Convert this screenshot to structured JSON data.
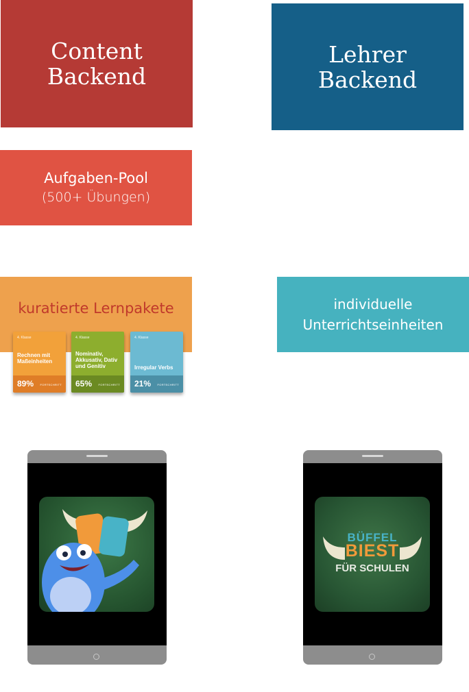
{
  "content_backend": {
    "line1": "Content",
    "line2": "Backend",
    "color": "#b53a35"
  },
  "lehrer_backend": {
    "line1": "Lehrer",
    "line2": "Backend",
    "color": "#155f88"
  },
  "aufgaben_pool": {
    "line1": "Aufgaben-Pool",
    "line2": "(500+ Übungen)",
    "color": "#e05343"
  },
  "lernpakete": {
    "title": "kuratierte Lernpakete",
    "color": "#eea14d"
  },
  "unterricht": {
    "line1": "individuelle",
    "line2": "Unterrichtseinheiten",
    "color": "#46b2bf"
  },
  "cards": [
    {
      "klasse": "4. Klasse",
      "name": "Rechnen mit Maßeinheiten",
      "progress": "89%",
      "progress_label": "FORTSCHRITT",
      "color": "#f2a13a",
      "bar_color": "#df7d27"
    },
    {
      "klasse": "4. Klasse",
      "name": "Nominativ, Akkusativ, Dativ und Genitiv",
      "progress": "65%",
      "progress_label": "FORTSCHRITT",
      "color": "#8dae2e",
      "bar_color": "#6b8a22"
    },
    {
      "klasse": "4. Klasse",
      "name": "Irregular Verbs",
      "progress": "21%",
      "progress_label": "FORTSCHRITT",
      "color": "#6cbad2",
      "bar_color": "#4b8fa6"
    }
  ],
  "tablet_left": {
    "icon": "bueffelbiest-monster-app-icon"
  },
  "tablet_right": {
    "icon": "bueffelbiest-fuer-schulen-app-icon",
    "brand_line1": "BÜFFEL",
    "brand_line2": "BIEST",
    "brand_line3": "FÜR SCHULEN"
  }
}
